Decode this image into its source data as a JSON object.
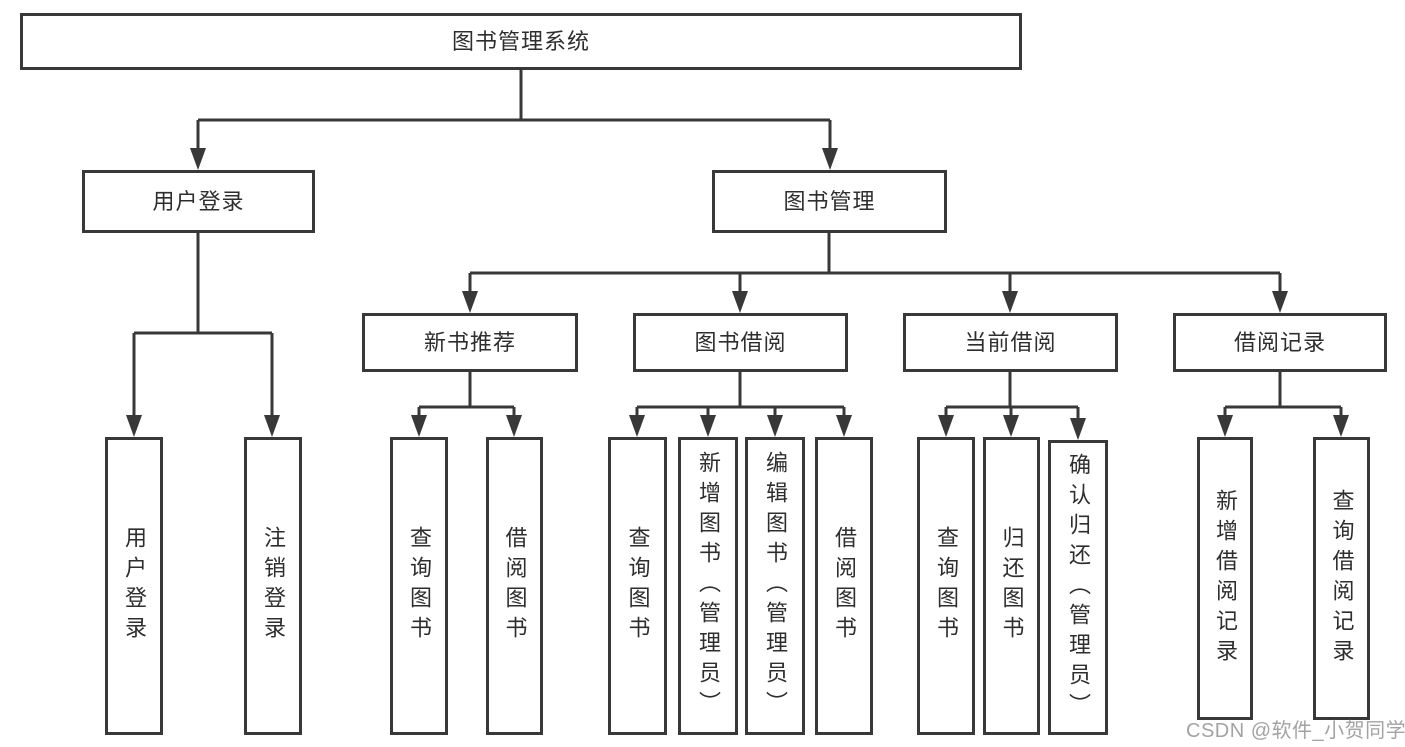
{
  "tree": {
    "root": {
      "label": "图书管理系统"
    },
    "children": [
      {
        "label": "用户登录",
        "leaves": [
          {
            "label": "用户登录"
          },
          {
            "label": "注销登录"
          }
        ]
      },
      {
        "label": "图书管理",
        "children": [
          {
            "label": "新书推荐",
            "leaves": [
              {
                "label": "查询图书"
              },
              {
                "label": "借阅图书"
              }
            ]
          },
          {
            "label": "图书借阅",
            "leaves": [
              {
                "label": "查询图书"
              },
              {
                "label": "新增图书（管理员）"
              },
              {
                "label": "编辑图书（管理员）"
              },
              {
                "label": "借阅图书"
              }
            ]
          },
          {
            "label": "当前借阅",
            "leaves": [
              {
                "label": "查询图书"
              },
              {
                "label": "归还图书"
              },
              {
                "label": "确认归还（管理员）"
              }
            ]
          },
          {
            "label": "借阅记录",
            "leaves": [
              {
                "label": "新增借阅记录"
              },
              {
                "label": "查询借阅记录"
              }
            ]
          }
        ]
      }
    ]
  },
  "watermark": {
    "text": "CSDN @软件_小贺同学"
  },
  "colors": {
    "line": "#383838",
    "box_border": "#383838",
    "text": "#2e2e2e",
    "watermark": "#a3a3a3",
    "background": "#ffffff"
  }
}
